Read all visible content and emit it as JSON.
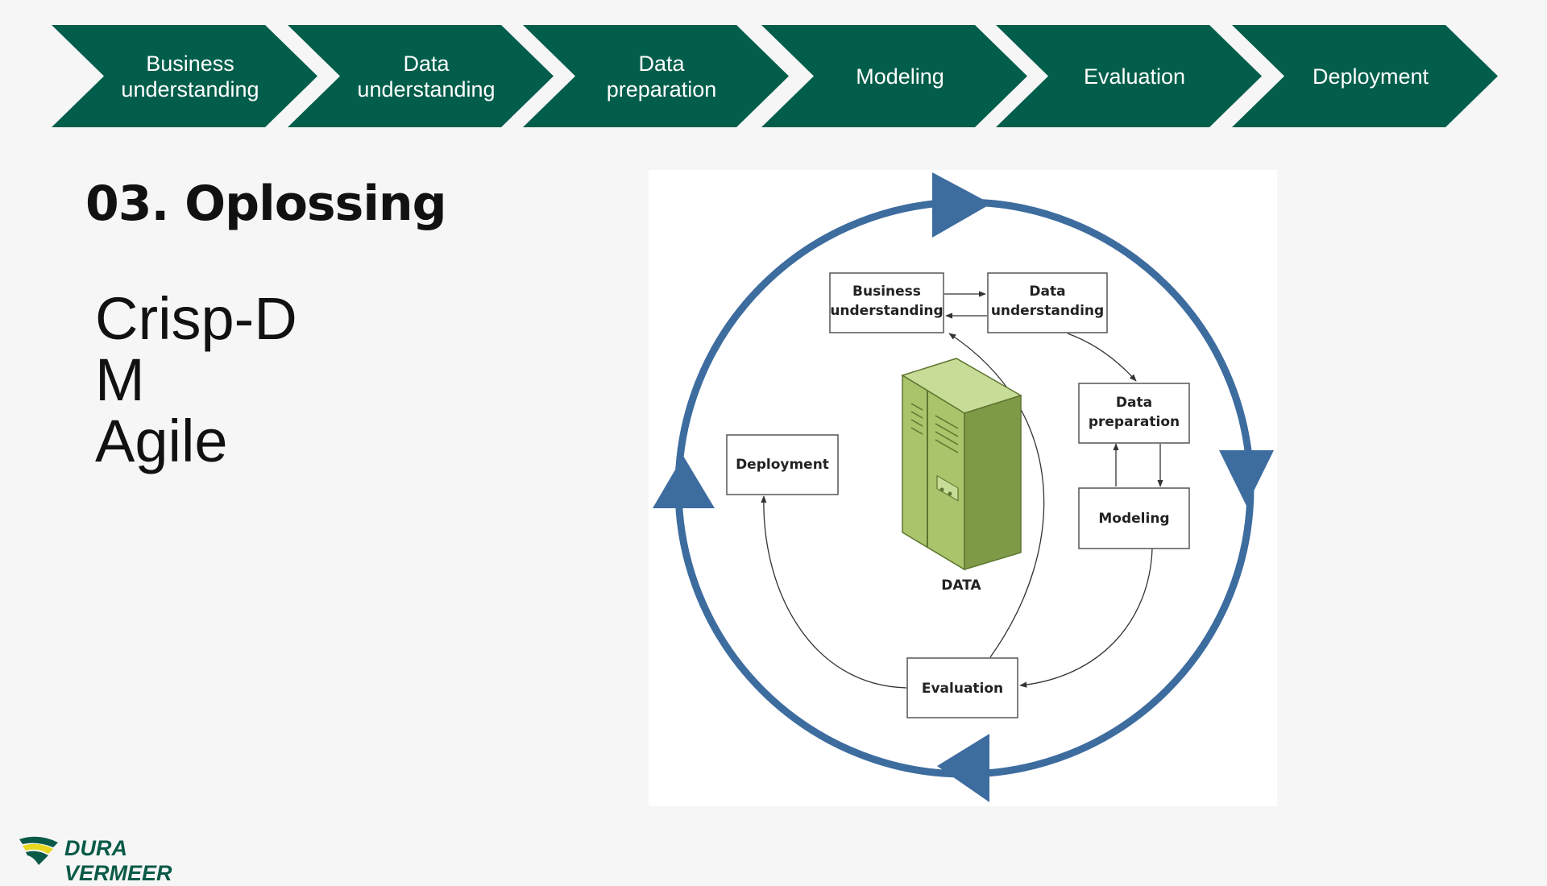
{
  "process_steps": [
    {
      "label": "Business\nunderstanding"
    },
    {
      "label": "Data\nunderstanding"
    },
    {
      "label": "Data\npreparation"
    },
    {
      "label": "Modeling"
    },
    {
      "label": "Evaluation"
    },
    {
      "label": "Deployment"
    }
  ],
  "title": "03. Oplossing",
  "bullets": [
    "Crisp-D",
    "M",
    "Agile"
  ],
  "diagram": {
    "boxes": {
      "business_understanding": [
        "Business",
        "understanding"
      ],
      "data_understanding": [
        "Data",
        "understanding"
      ],
      "data_preparation": [
        "Data",
        "preparation"
      ],
      "modeling": [
        "Modeling"
      ],
      "evaluation": [
        "Evaluation"
      ],
      "deployment": [
        "Deployment"
      ]
    },
    "center_label": "DATA"
  },
  "logo": {
    "text": "DURA VERMEER"
  },
  "colors": {
    "chevron": "#025e4b",
    "cycle": "#3d6c9f",
    "server": "#a9c46a",
    "logo_green": "#0a5a48",
    "logo_yellow": "#e5d81e"
  }
}
